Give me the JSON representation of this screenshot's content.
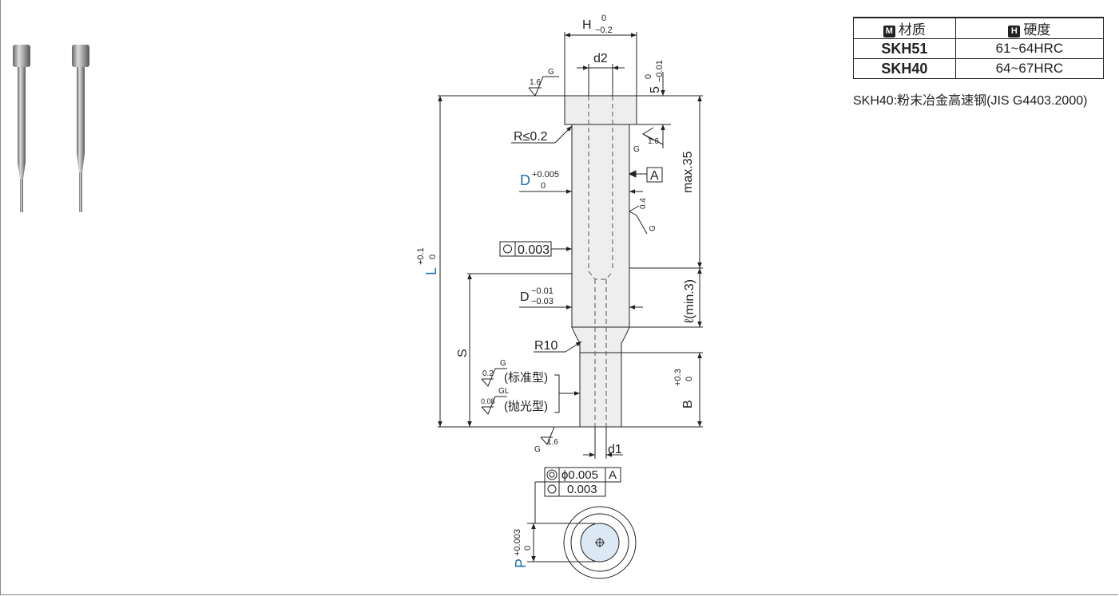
{
  "table": {
    "headers": [
      {
        "icon": "M",
        "label": "材质"
      },
      {
        "icon": "H",
        "label": "硬度"
      }
    ],
    "rows": [
      {
        "material": "SKH51",
        "hardness": "61~64HRC"
      },
      {
        "material": "SKH40",
        "hardness": "64~67HRC"
      }
    ],
    "note": "SKH40:粉末冶金高速钢(JIS G4403.2000)"
  },
  "drawing": {
    "H": "H",
    "H_tol_upper": "0",
    "H_tol_lower": "−0.2",
    "d2": "d2",
    "five": "5",
    "five_tol_upper": "0",
    "five_tol_lower": "−0.01",
    "rough_top": "1.6",
    "rough_top_g": "G",
    "radius_head": "R≤0.2",
    "rough_head": "1.6",
    "rough_head_g": "G",
    "max35": "max.35",
    "D": "D",
    "D_tol_upper": "+0.005",
    "D_tol_lower": "0",
    "datum": "A",
    "rough_shank": "0.4",
    "rough_shank_g": "G",
    "L": "L",
    "L_tol_upper": "+0.1",
    "L_tol_lower": "0",
    "roundness": "0.003",
    "D2_tol_upper": "−0.01",
    "D2_tol_lower": "−0.03",
    "ell": "ℓ(min.3)",
    "S": "S",
    "R10": "R10",
    "rough_std": "0.2",
    "rough_std_g": "G",
    "std_label": "(标准型)",
    "rough_pol": "0.08",
    "rough_pol_g": "GL",
    "pol_label": "(抛光型)",
    "B": "B",
    "B_tol_upper": "+0.3",
    "B_tol_lower": "0",
    "rough_bottom": "1.6",
    "rough_bottom_g": "G",
    "d1": "d1",
    "conc_value": "ϕ0.005",
    "conc_datum": "A",
    "round_value": "0.003",
    "P": "P",
    "P_tol_upper": "+0.003",
    "P_tol_lower": "0"
  }
}
